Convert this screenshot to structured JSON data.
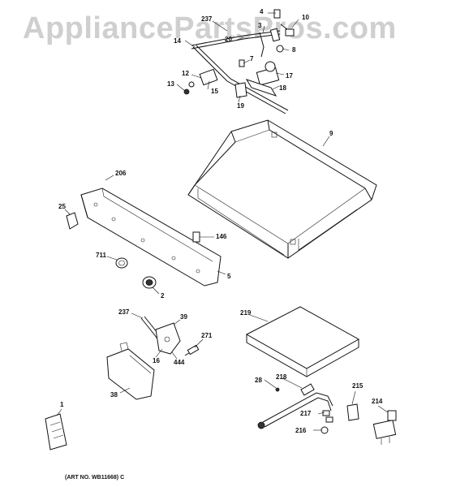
{
  "watermark": "AppliancePartsPros.com",
  "art_number": "(ART NO. WB11668) C",
  "callouts": [
    {
      "id": "4",
      "text": "4"
    },
    {
      "id": "237a",
      "text": "237"
    },
    {
      "id": "10",
      "text": "10"
    },
    {
      "id": "3",
      "text": "3"
    },
    {
      "id": "20",
      "text": "20"
    },
    {
      "id": "14",
      "text": "14"
    },
    {
      "id": "7",
      "text": "7"
    },
    {
      "id": "8",
      "text": "8"
    },
    {
      "id": "17",
      "text": "17"
    },
    {
      "id": "12",
      "text": "12"
    },
    {
      "id": "13",
      "text": "13"
    },
    {
      "id": "15",
      "text": "15"
    },
    {
      "id": "18",
      "text": "18"
    },
    {
      "id": "19",
      "text": "19"
    },
    {
      "id": "9",
      "text": "9"
    },
    {
      "id": "206",
      "text": "206"
    },
    {
      "id": "25",
      "text": "25"
    },
    {
      "id": "146",
      "text": "146"
    },
    {
      "id": "711",
      "text": "711"
    },
    {
      "id": "5",
      "text": "5"
    },
    {
      "id": "2",
      "text": "2"
    },
    {
      "id": "237b",
      "text": "237"
    },
    {
      "id": "39",
      "text": "39"
    },
    {
      "id": "271",
      "text": "271"
    },
    {
      "id": "16",
      "text": "16"
    },
    {
      "id": "444",
      "text": "444"
    },
    {
      "id": "38",
      "text": "38"
    },
    {
      "id": "219",
      "text": "219"
    },
    {
      "id": "28",
      "text": "28"
    },
    {
      "id": "218",
      "text": "218"
    },
    {
      "id": "215",
      "text": "215"
    },
    {
      "id": "214",
      "text": "214"
    },
    {
      "id": "217",
      "text": "217"
    },
    {
      "id": "216",
      "text": "216"
    },
    {
      "id": "1",
      "text": "1"
    }
  ]
}
